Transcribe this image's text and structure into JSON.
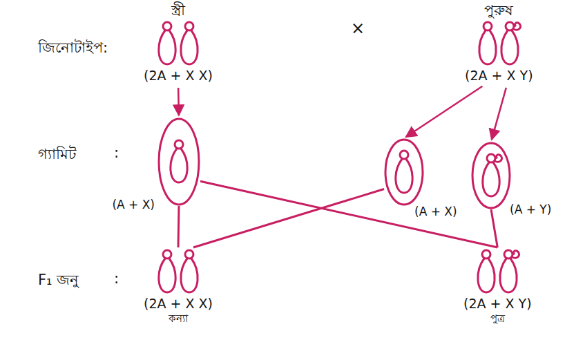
{
  "diagram": {
    "nodes": [
      {
        "text": [
          "স্ত্রী",
          "(2A + X X)"
        ]
      },
      {
        "text": [
          "পুরুষ",
          "(2A + X Y)"
        ]
      },
      {
        "text": [
          "(A + X)"
        ]
      },
      {
        "text": [
          "(A + X)"
        ]
      },
      {
        "text": [
          "(A + Y)"
        ]
      },
      {
        "text": [
          "(2A + X X)",
          "কন্যা"
        ]
      },
      {
        "text": [
          "(2A + X Y)",
          "পুত্র"
        ]
      }
    ],
    "edges": [
      {
        "from": 0,
        "to": 2,
        "arrow": "to"
      },
      {
        "from": 1,
        "to": 3,
        "arrow": "to"
      },
      {
        "from": 1,
        "to": 4,
        "arrow": "to"
      },
      {
        "from": 2,
        "to": 5,
        "arrow": "none"
      },
      {
        "from": 2,
        "to": 6,
        "arrow": "none"
      },
      {
        "from": 3,
        "to": 5,
        "arrow": "none"
      },
      {
        "from": 4,
        "to": 6,
        "arrow": "none"
      }
    ],
    "labels": [
      "জিনোটাইপ:",
      "×",
      "গ্যামিট",
      ":",
      "F₁ জনু",
      ":"
    ]
  }
}
